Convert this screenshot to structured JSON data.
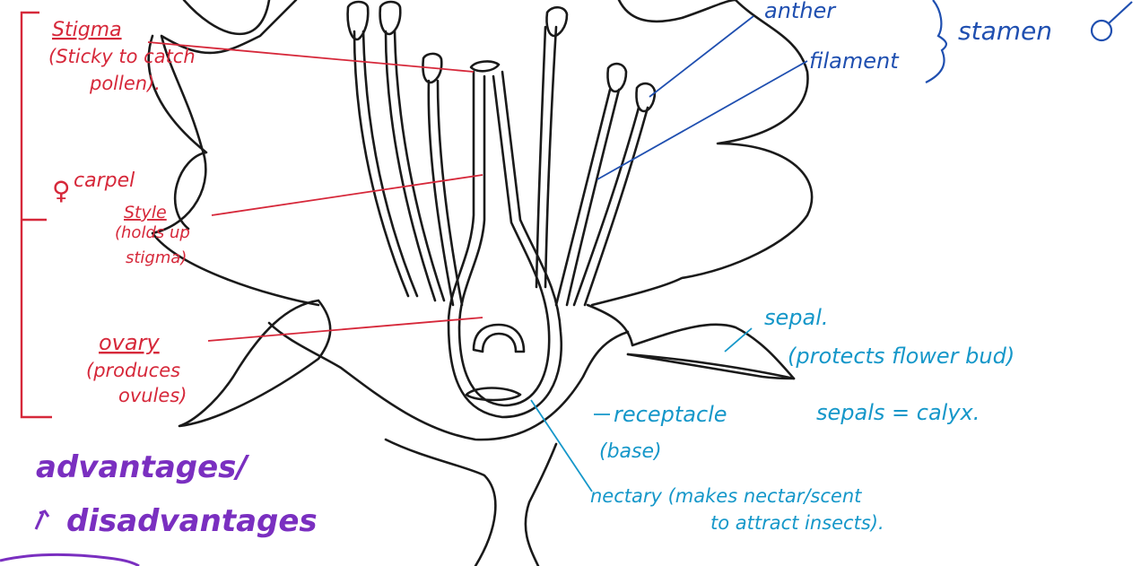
{
  "labels": {
    "stigma": "Stigma",
    "stigma_note_1": "(Sticky to catch",
    "stigma_note_2": "pollen).",
    "carpel": "carpel",
    "style": "Style",
    "style_note_1": "(holds up",
    "style_note_2": "stigma)",
    "ovary": "ovary",
    "ovary_note_1": "(produces",
    "ovary_note_2": "ovules)",
    "anther": "anther",
    "filament": "filament",
    "stamen": "stamen",
    "sepal": "sepal.",
    "sepal_note": "(protects flower bud)",
    "calyx": "sepals = calyx.",
    "receptacle": "receptacle",
    "receptacle_note": "(base)",
    "nectary_1": "nectary (makes nectar/scent",
    "nectary_2": "to attract insects).",
    "advantages_1": "advantages/",
    "advantages_2": "disadvantages"
  },
  "colors": {
    "carpel_labels": "#d6283a",
    "stamen_labels": "#1f4fb0",
    "other_labels": "#1597c9",
    "notes": "#7a2fc0",
    "drawing": "#1a1a1a"
  }
}
